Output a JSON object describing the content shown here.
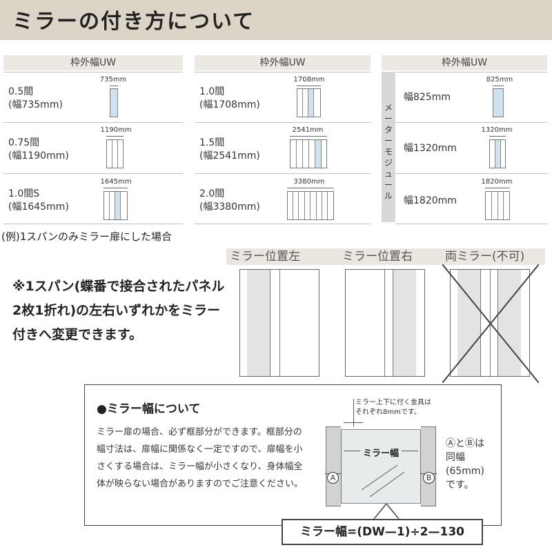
{
  "title": "ミラーの付き方について",
  "columns": [
    {
      "header": "枠外幅UW",
      "rows": [
        {
          "label1": "0.5間",
          "label2": "(幅735mm)",
          "dim": "735mm"
        },
        {
          "label1": "0.75間",
          "label2": "(幅1190mm)",
          "dim": "1190mm"
        },
        {
          "label1": "1.0間S",
          "label2": "(幅1645mm)",
          "dim": "1645mm"
        }
      ]
    },
    {
      "header": "枠外幅UW",
      "rows": [
        {
          "label1": "1.0間",
          "label2": "(幅1708mm)",
          "dim": "1708mm"
        },
        {
          "label1": "1.5間",
          "label2": "(幅2541mm)",
          "dim": "2541mm"
        },
        {
          "label1": "2.0間",
          "label2": "(幅3380mm)",
          "dim": "3380mm"
        }
      ]
    },
    {
      "header": "枠外幅UW",
      "side_label": "メーターモジュール",
      "rows": [
        {
          "label1": "幅825mm",
          "dim": "825mm"
        },
        {
          "label1": "幅1320mm",
          "dim": "1320mm"
        },
        {
          "label1": "幅1820mm",
          "dim": "1820mm"
        }
      ]
    }
  ],
  "example": {
    "label": "(例)1スパンのみミラー扉にした場合",
    "captions": [
      "ミラー位置左",
      "ミラー位置右",
      "両ミラー(不可)"
    ],
    "note": "※1スパン(蝶番で接合されたパネル2枚1折れ)の左右いずれかをミラー 付きへ変更できます。"
  },
  "mirror_width": {
    "title": "●ミラー幅について",
    "body": "ミラー扉の場合、必ず框部分ができます。框部分の幅寸法は、扉幅に関係なく一定ですので、扉幅を小さくする場合は、ミラー幅が小さくなり、身体幅全体が映らない場合がありますのでご注意ください。",
    "hardware_note_1": "ミラー上下に付く金具は",
    "hardware_note_2": "それぞれ8mmです。",
    "diagram_label": "ミラー幅",
    "mark_a": "A",
    "mark_b": "B",
    "side_note_1": "ⒶとⒷは",
    "side_note_2": "同幅",
    "side_note_3": "(65mm)",
    "side_note_4": "です。",
    "formula": "ミラー幅=(DW—1)÷2—130"
  }
}
